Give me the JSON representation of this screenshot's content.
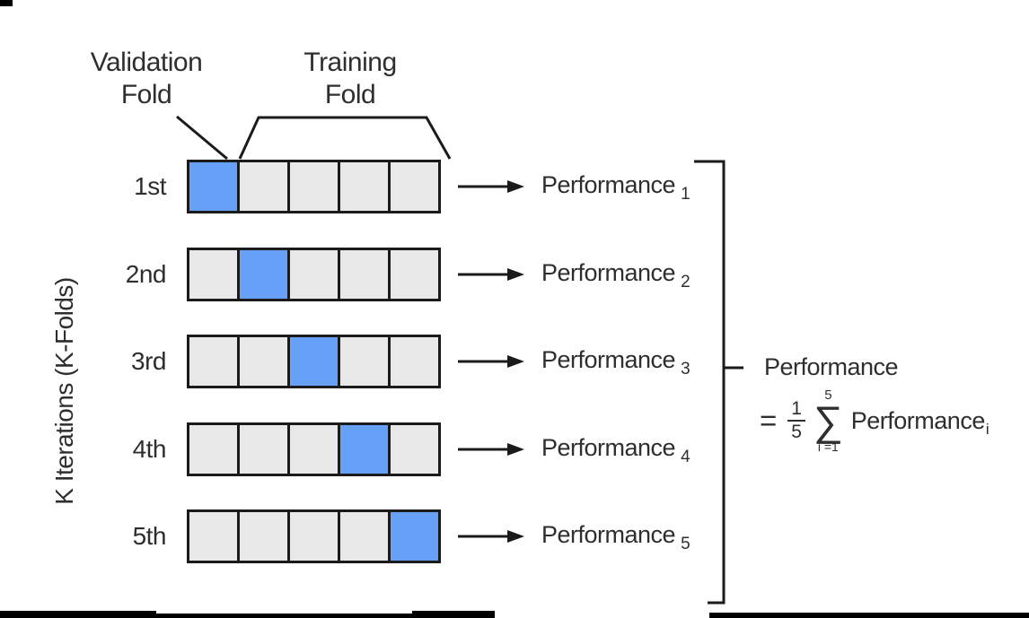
{
  "header": {
    "validation_line1": "Validation",
    "validation_line2": "Fold",
    "training_line1": "Training",
    "training_line2": "Fold"
  },
  "y_axis_label": "K Iterations (K-Folds)",
  "folds_per_row": 5,
  "rows": [
    {
      "label": "1st",
      "validation_index": 0,
      "performance": "Performance",
      "sub": "1"
    },
    {
      "label": "2nd",
      "validation_index": 1,
      "performance": "Performance",
      "sub": "2"
    },
    {
      "label": "3rd",
      "validation_index": 2,
      "performance": "Performance",
      "sub": "3"
    },
    {
      "label": "4th",
      "validation_index": 3,
      "performance": "Performance",
      "sub": "4"
    },
    {
      "label": "5th",
      "validation_index": 4,
      "performance": "Performance",
      "sub": "5"
    }
  ],
  "result": {
    "line1": "Performance",
    "equals": "=",
    "frac_num": "1",
    "frac_den": "5",
    "sum_top": "5",
    "sum_symbol": "∑",
    "sum_bottom": "i =1",
    "term": "Performance",
    "term_sub": "i"
  },
  "colors": {
    "validation_fill": "#66a1f7",
    "training_fill": "#e8e8e8",
    "line": "#1b1b1b"
  }
}
